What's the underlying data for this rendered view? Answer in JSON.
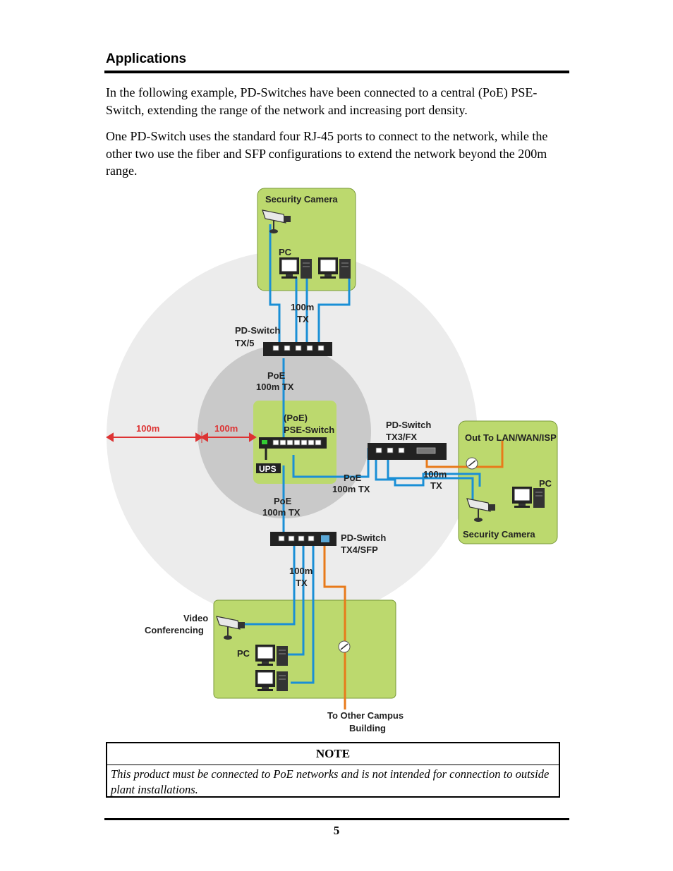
{
  "heading": "Applications",
  "paragraphs": [
    "In the following example, PD-Switches have been connected to a central (PoE) PSE-Switch, extending the range of the network and increasing port density.",
    "One PD-Switch uses the standard four RJ-45 ports to connect to the network, while the other two use the fiber and SFP configurations to extend the network beyond the 200m range."
  ],
  "diagram": {
    "top_group": {
      "title": "Security Camera",
      "pc": "PC"
    },
    "tx_top": [
      "100m",
      "TX"
    ],
    "pd_switch_tx5": [
      "PD-Switch",
      "TX/5"
    ],
    "poe_top": [
      "PoE",
      "100m TX"
    ],
    "pse_switch": [
      "(PoE)",
      "PSE-Switch"
    ],
    "ups": "UPS",
    "range_left": "100m",
    "range_right": "100m",
    "pd_switch_tx3fx": [
      "PD-Switch",
      "TX3/FX"
    ],
    "poe_right": [
      "PoE",
      "100m TX"
    ],
    "tx_right": [
      "100m",
      "TX"
    ],
    "right_group": {
      "title": "Out To LAN/WAN/ISP",
      "pc": "PC",
      "camera": "Security Camera"
    },
    "poe_bottom": [
      "PoE",
      "100m TX"
    ],
    "pd_switch_tx4sfp": [
      "PD-Switch",
      "TX4/SFP"
    ],
    "tx_bottom": [
      "100m",
      "TX"
    ],
    "bottom_group": {
      "video": [
        "Video",
        "Conferencing"
      ],
      "pc": "PC"
    },
    "campus": [
      "To Other Campus",
      "Building"
    ]
  },
  "note": {
    "title": "NOTE",
    "text": "This product must be connected to PoE networks and is not intended for connection to outside plant installations."
  },
  "page_number": "5"
}
